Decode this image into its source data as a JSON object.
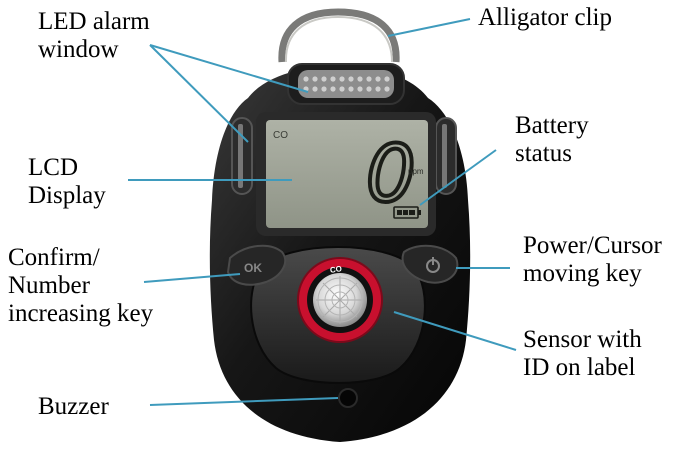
{
  "labels": {
    "led_alarm_window": "LED alarm\nwindow",
    "alligator_clip": "Alligator clip",
    "battery_status": "Battery\nstatus",
    "lcd_display": "LCD\nDisplay",
    "confirm_key": "Confirm/\nNumber\nincreasing key",
    "power_key": "Power/Cursor\nmoving key",
    "sensor": "Sensor with\nID on label",
    "buzzer": "Buzzer"
  },
  "device": {
    "lcd_gas": "CO",
    "lcd_reading": "0",
    "lcd_unit": "ppm",
    "ok_key": "OK",
    "sensor_text": "CO"
  },
  "colors": {
    "leader": "#3f9bbd",
    "body": "#141414",
    "lcd": "#9ea396",
    "sensor_ring": "#c8102e"
  }
}
